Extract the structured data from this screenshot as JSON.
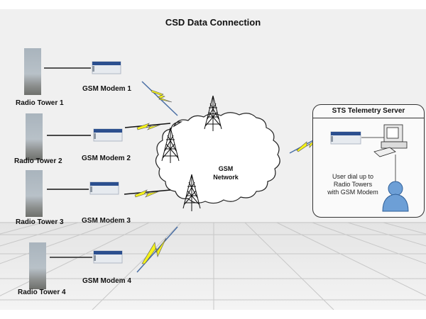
{
  "title": "CSD Data Connection",
  "towers": [
    {
      "label": "Radio Tower 1"
    },
    {
      "label": "Radio Tower  2"
    },
    {
      "label": "Radio Tower 3"
    },
    {
      "label": "Radio Tower 4"
    }
  ],
  "modems": [
    {
      "label": "GSM Modem 1"
    },
    {
      "label": "GSM Modem 2"
    },
    {
      "label": "GSM Modem 3"
    },
    {
      "label": "GSM Modem 4"
    }
  ],
  "network": {
    "line1": "GSM",
    "line2": "Network"
  },
  "server": {
    "title": "STS Telemetry Server",
    "note_lines": [
      "User dial up to",
      "Radio Towers",
      "with GSM Modem"
    ]
  },
  "colors": {
    "background": "#efefef",
    "grid_line": "#c8c8c8",
    "lightning_fill": "#f5f21a",
    "lightning_stroke": "#4a6fa5",
    "person": "#6d9fd6",
    "modem_band": "#2b4f8f"
  }
}
